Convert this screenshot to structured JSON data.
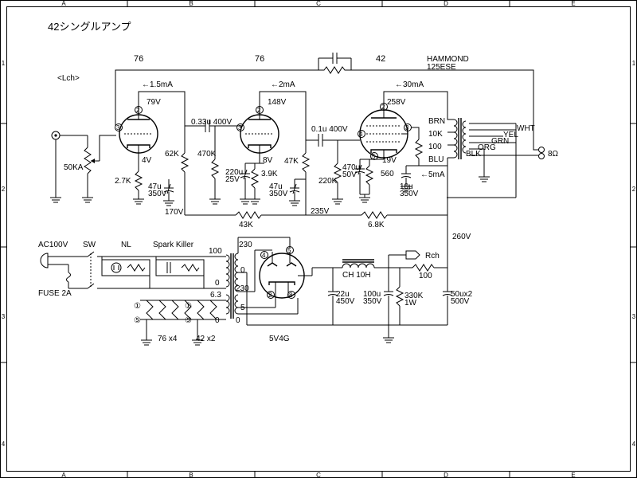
{
  "title": "42シングルアンプ",
  "frame": {
    "cols": [
      "A",
      "B",
      "C",
      "D",
      "E"
    ],
    "rows": [
      "1",
      "2",
      "3",
      "4"
    ]
  },
  "channel_label": "<Lch>",
  "tubes": {
    "v1_type": "76",
    "v2_type": "76",
    "v3_type": "42",
    "rect_type": "5V4G",
    "pin2": "2",
    "pin3": "3",
    "pin4": "4",
    "pin5": "5",
    "pin8": "8"
  },
  "transformer": {
    "model": "HAMMOND",
    "part": "125ESE",
    "brn": "BRN",
    "blu": "BLU",
    "wht": "WHT",
    "yel": "YEL",
    "grn": "GRN",
    "org": "ORG",
    "blk": "BLK",
    "pri_10k": "10K",
    "pri_100": "100",
    "speaker": "8Ω"
  },
  "currents": {
    "v1": "←1.5mA",
    "v2": "←2mA",
    "v3": "←30mA",
    "v3_cathode": "←5mA"
  },
  "voltages": {
    "v1_plate": "79V",
    "v1_cathode": "4V",
    "v2_plate": "148V",
    "v2_cathode": "8V",
    "v3_plate": "258V",
    "v3_cathode": "19V",
    "b170": "170V",
    "b235": "235V",
    "b260": "260V"
  },
  "components": {
    "vol": "50KA",
    "r1_k": "2.7K",
    "c1_k": "47u",
    "c1_k_v": "350V",
    "r1_p": "62K",
    "c_couple1": "0.33u 400V",
    "r2_g": "470K",
    "c2_k": "220u",
    "c2_k_v": "25V",
    "r2_k": "3.9K",
    "c_b2": "47u",
    "c_b2_v": "350V",
    "r2_p": "47K",
    "c_couple2": "0.1u 400V",
    "r3_g": "220K",
    "c3_k": "470u",
    "c3_k_v": "50V",
    "r3_k": "560",
    "c_b3": "10u",
    "c_b3_v": "350V",
    "r_drop1": "43K",
    "r_drop2": "6.8K"
  },
  "power": {
    "ac": "AC100V",
    "fuse": "FUSE 2A",
    "sw": "SW",
    "nl": "NL",
    "spark": "Spark Killer",
    "tap100": "100",
    "tap0": "0",
    "tap230a": "230",
    "tap0b": "0",
    "tap230b": "230",
    "tap63": "6.3",
    "tap0c": "0",
    "tap5": "5",
    "tap0d": "0",
    "choke": "CH 10H",
    "rch": "Rch",
    "r_rch": "100",
    "c_in": "22u",
    "c_in_v": "450V",
    "c_mid": "100u",
    "c_mid_v": "350V",
    "r_bleed": "330K",
    "r_bleed_w": "1W",
    "c_out": "50ux2",
    "c_out_v": "500V",
    "heat_a": "①",
    "heat_b": "⑤",
    "heat_76": "76 x4",
    "heat_42": "42 x2"
  }
}
